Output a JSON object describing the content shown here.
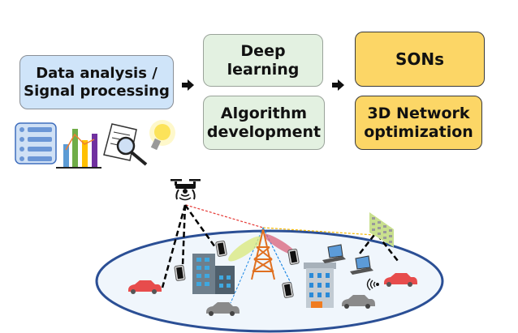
{
  "diagram": {
    "stage1": {
      "label_line1": "Data analysis /",
      "label_line2": "Signal processing",
      "color": "#cfe4f9"
    },
    "stage2": [
      {
        "label_line1": "Deep",
        "label_line2": "learning"
      },
      {
        "label_line1": "Algorithm",
        "label_line2": "development"
      }
    ],
    "stage3": [
      {
        "label_line1": "SONs",
        "label_line2": ""
      },
      {
        "label_line1": "3D Network",
        "label_line2": "optimization"
      }
    ],
    "stage2_color": "#e3f1e1",
    "stage3_color": "#fcd666",
    "icons_row": [
      "database-icon",
      "bar-chart-icon",
      "document-search-icon",
      "lightbulb-icon"
    ],
    "scene": {
      "elements": [
        "drone-icon",
        "cell-tower-icon",
        "intelligent-surface-icon",
        "buildings",
        "cars",
        "smartphones",
        "laptops"
      ],
      "link_colors": {
        "drone_to_tower": "#e53935",
        "tower_to_surface": "#f5b800",
        "tower_to_devices": "#1e88e5",
        "drone_to_devices": "#000000"
      },
      "coverage_area_color": "#f0f6fc",
      "coverage_border_color": "#2b4f95"
    }
  }
}
